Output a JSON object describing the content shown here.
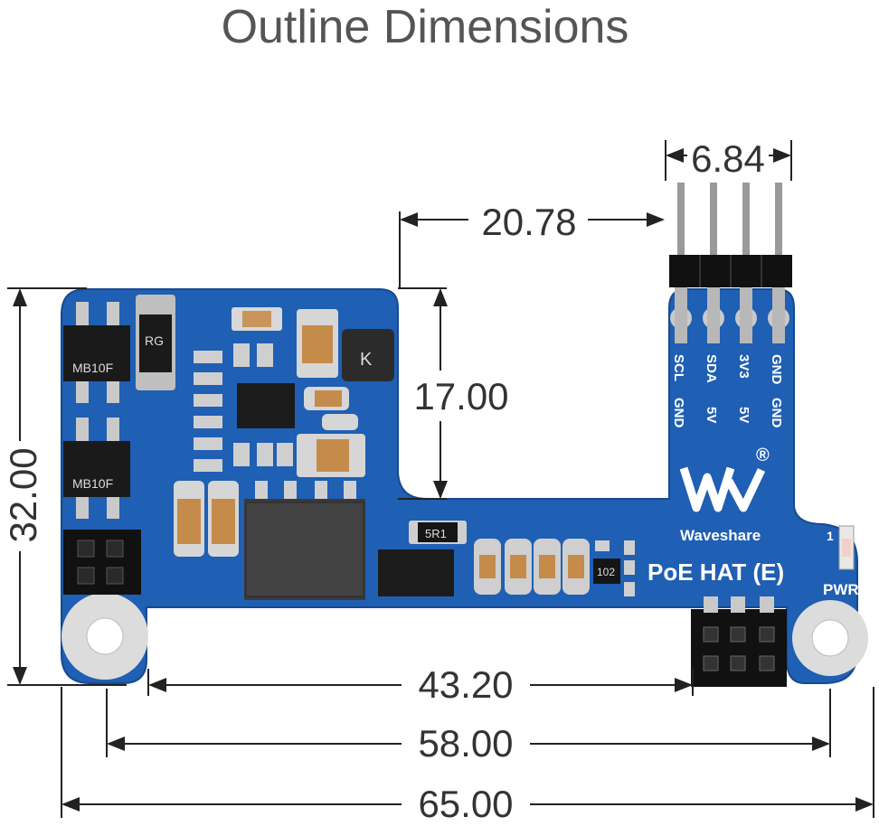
{
  "title": "Outline Dimensions",
  "dimensions": {
    "pin_pitch": "6.84",
    "header_offset": "20.78",
    "notch_height": "17.00",
    "board_height": "32.00",
    "hole_inner": "43.20",
    "hole_spacing": "58.00",
    "board_width": "65.00"
  },
  "board": {
    "color": "#1f5fb4",
    "brand": "Waveshare",
    "product": "PoE HAT (E)",
    "pwr_label": "PWR",
    "pin1_marker": "1",
    "registered": "®",
    "pin_labels_row1": [
      "SCL",
      "SDA",
      "3V3",
      "GND"
    ],
    "pin_labels_row2": [
      "GND",
      "5V",
      "5V",
      "GND"
    ],
    "chip_labels": {
      "bridge1": "MB10F",
      "bridge2": "MB10F",
      "diode": "RG",
      "resistor1": "5R1",
      "resistor2": "102",
      "inductor": "K"
    }
  }
}
